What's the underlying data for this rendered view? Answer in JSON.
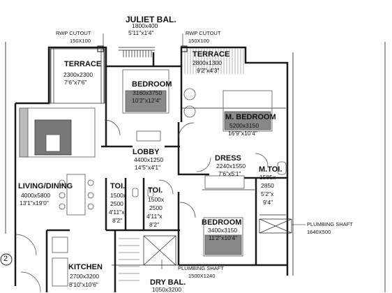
{
  "rooms": {
    "juliet_bal": {
      "name": "JULIET BAL.",
      "size_mm": "1800x400",
      "size_ft": "5'11\"x1'4\""
    },
    "terrace_left": {
      "name": "TERRACE",
      "size_mm": "2300x2300",
      "size_ft": "7'6\"x7'6\""
    },
    "terrace_right": {
      "name": "TERRACE",
      "size_mm": "2800x1300",
      "size_ft": "9'2\"x4'3\""
    },
    "bedroom_top": {
      "name": "BEDROOM",
      "size_mm": "3160x3750",
      "size_ft": "10'2\"x12'4\""
    },
    "m_bedroom": {
      "name": "M. BEDROOM",
      "size_mm": "5200x3150",
      "size_ft": "16'9\"x10'4\""
    },
    "lobby": {
      "name": "LOBBY",
      "size_mm": "4400x1250",
      "size_ft": "14'5\"x4'1\""
    },
    "dress": {
      "name": "DRESS",
      "size_mm": "2240x1550",
      "size_ft": "7'6\"x5'1\""
    },
    "m_toi": {
      "name": "M.TOI.",
      "size_mm": "1585x",
      "size_a": "2850",
      "size_b": "5'2\"x",
      "size_c": "9'4\""
    },
    "living": {
      "name": "LIVING/DINING",
      "size_mm": "4000x5800",
      "size_ft": "13'1\"x19'0\""
    },
    "toi_1": {
      "name": "TOI.",
      "size_a": "1500x",
      "size_b": "2500",
      "size_c": "4'11\"x",
      "size_d": "8'2\""
    },
    "toi_2": {
      "name": "TOI.",
      "size_a": "1500x",
      "size_b": "2500",
      "size_c": "4'11\"x",
      "size_d": "8'2\""
    },
    "bedroom_bottom": {
      "name": "BEDROOM",
      "size_mm": "3400x3150",
      "size_ft": "11'2\"x10'4\""
    },
    "kitchen": {
      "name": "KITCHEN",
      "size_mm": "2700x3200",
      "size_ft": "8'10\"x10'6\""
    },
    "dry_bal": {
      "name": "DRY BAL.",
      "size_mm": "1050x3200"
    }
  },
  "annotations": {
    "rwp_left": {
      "label": "RWP CUTOUT",
      "size": "150X100"
    },
    "rwp_right": {
      "label": "RWP CUTOUT",
      "size": "150X100"
    },
    "plumb_bottom": {
      "label": "PLUMBING SHAFT",
      "size": "1500X1240"
    },
    "plumb_right": {
      "label": "PLUMBING SHAFT",
      "size": "1640X500"
    },
    "grid_marker": "2"
  },
  "colors": {
    "wall": "#1a1a1a",
    "furniture": "#555555",
    "sofa_fill": "#777777",
    "hatch": "#333333"
  }
}
